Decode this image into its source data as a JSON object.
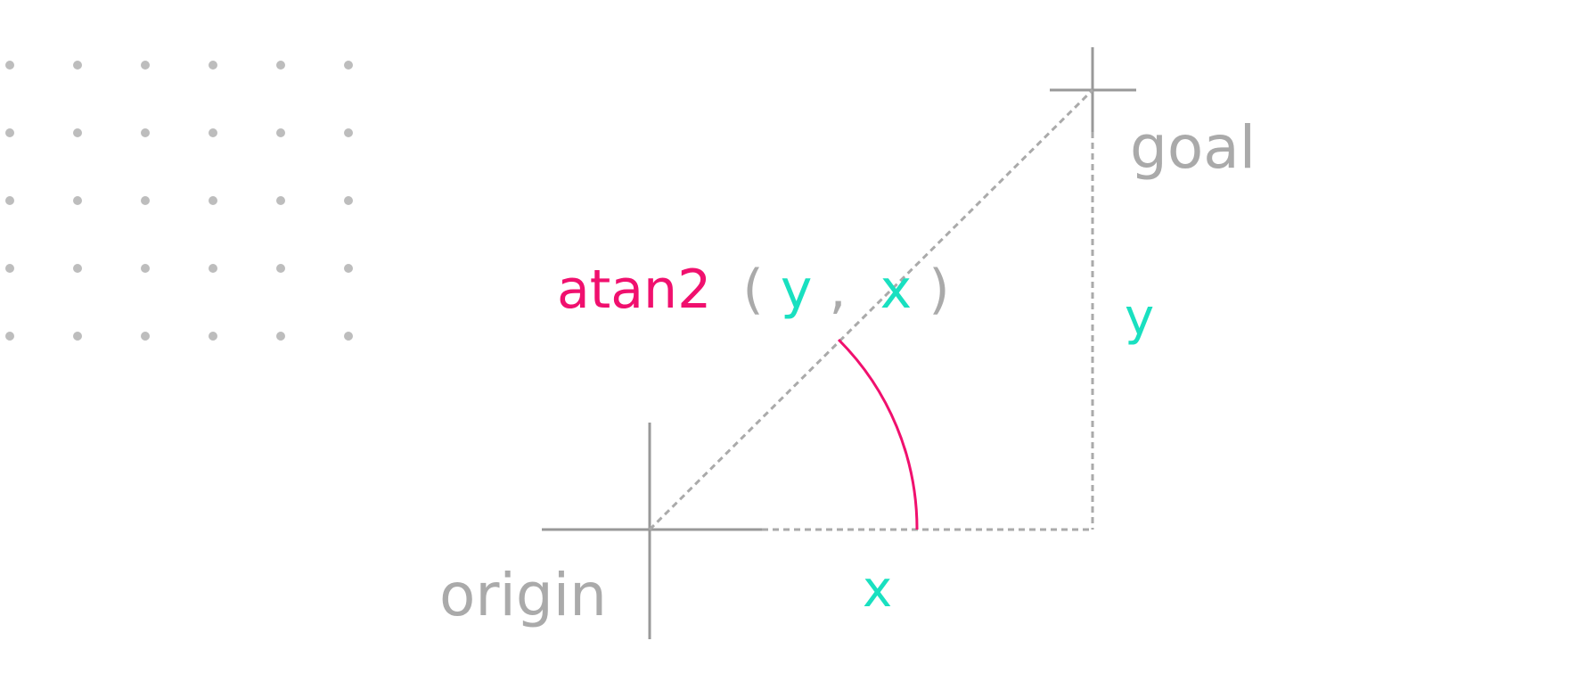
{
  "labels": {
    "origin": "origin",
    "goal": "goal",
    "x": "x",
    "y": "y"
  },
  "formula": {
    "func": "atan2",
    "open_paren": "(",
    "arg1": "y",
    "comma": ", ",
    "arg2": "x",
    "close_paren": ")"
  },
  "decor": {
    "dot_grid_rows": 5,
    "dot_grid_cols": 6
  },
  "colors": {
    "background": "#ffffff",
    "gray_text": "#aaaaaa",
    "axis_line": "#999999",
    "dashed_line": "#aaaaaa",
    "accent_magenta": "#f0106e",
    "accent_teal": "#19e0c0",
    "dot": "#bdbdbd"
  }
}
